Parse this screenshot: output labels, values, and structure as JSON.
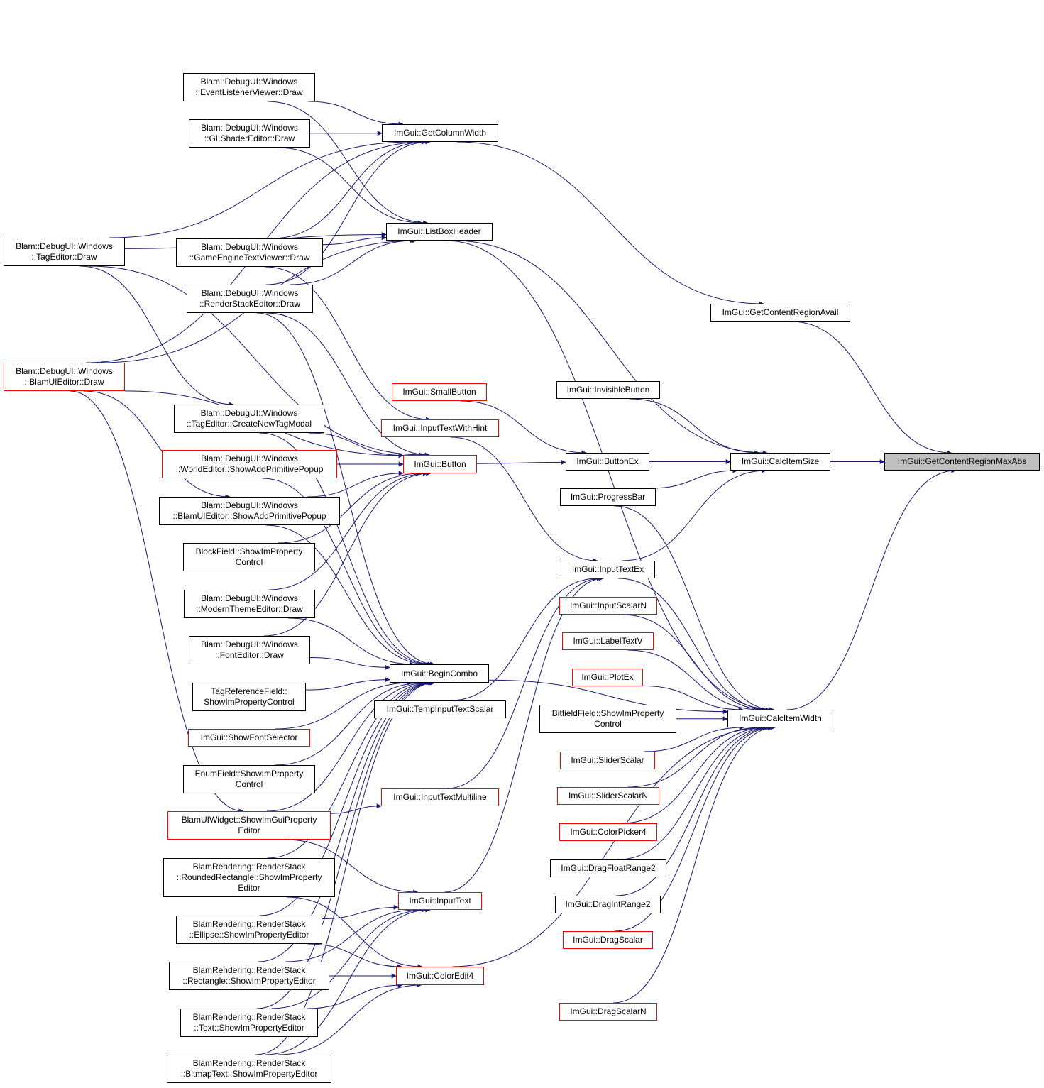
{
  "colors": {
    "edge": "#191970",
    "border_normal": "#000000",
    "border_truncated": "#ff0000",
    "focus_fill": "#bfbfbf"
  },
  "nodes": {
    "gcra_abs": {
      "lines": [
        "ImGui::GetContentRegionMaxAbs"
      ],
      "style": "focus"
    },
    "calc_item_size": {
      "lines": [
        "ImGui::CalcItemSize"
      ],
      "style": "normal"
    },
    "calc_item_width": {
      "lines": [
        "ImGui::CalcItemWidth"
      ],
      "style": "normal"
    },
    "gcr_avail": {
      "lines": [
        "ImGui::GetContentRegionAvail"
      ],
      "style": "normal"
    },
    "get_column_width": {
      "lines": [
        "ImGui::GetColumnWidth"
      ],
      "style": "normal"
    },
    "listbox_header": {
      "lines": [
        "ImGui::ListBoxHeader"
      ],
      "style": "normal"
    },
    "invisible_button": {
      "lines": [
        "ImGui::InvisibleButton"
      ],
      "style": "normal"
    },
    "button_ex": {
      "lines": [
        "ImGui::ButtonEx"
      ],
      "style": "normal"
    },
    "progress_bar": {
      "lines": [
        "ImGui::ProgressBar"
      ],
      "style": "normal"
    },
    "input_text_ex": {
      "lines": [
        "ImGui::InputTextEx"
      ],
      "style": "normal"
    },
    "input_scalar_n": {
      "lines": [
        "ImGui::InputScalarN"
      ],
      "style": "red"
    },
    "label_text_v": {
      "lines": [
        "ImGui::LabelTextV"
      ],
      "style": "red"
    },
    "plot_ex": {
      "lines": [
        "ImGui::PlotEx"
      ],
      "style": "red"
    },
    "bitfield_field": {
      "lines": [
        "BitfieldField::ShowImProperty",
        "Control"
      ],
      "style": "normal"
    },
    "slider_scalar": {
      "lines": [
        "ImGui::SliderScalar"
      ],
      "style": "red"
    },
    "slider_scalar_n": {
      "lines": [
        "ImGui::SliderScalarN"
      ],
      "style": "red"
    },
    "color_picker4": {
      "lines": [
        "ImGui::ColorPicker4"
      ],
      "style": "red"
    },
    "drag_float_range2": {
      "lines": [
        "ImGui::DragFloatRange2"
      ],
      "style": "normal"
    },
    "drag_int_range2": {
      "lines": [
        "ImGui::DragIntRange2"
      ],
      "style": "normal"
    },
    "drag_scalar": {
      "lines": [
        "ImGui::DragScalar"
      ],
      "style": "red"
    },
    "drag_scalar_n": {
      "lines": [
        "ImGui::DragScalarN"
      ],
      "style": "red"
    },
    "small_button": {
      "lines": [
        "ImGui::SmallButton"
      ],
      "style": "red"
    },
    "input_text_with_hint": {
      "lines": [
        "ImGui::InputTextWithHint"
      ],
      "style": "red"
    },
    "button": {
      "lines": [
        "ImGui::Button"
      ],
      "style": "red"
    },
    "begin_combo": {
      "lines": [
        "ImGui::BeginCombo"
      ],
      "style": "normal"
    },
    "temp_input_text_scalar": {
      "lines": [
        "ImGui::TempInputTextScalar"
      ],
      "style": "normal"
    },
    "input_text_multiline": {
      "lines": [
        "ImGui::InputTextMultiline"
      ],
      "style": "red"
    },
    "input_text": {
      "lines": [
        "ImGui::InputText"
      ],
      "style": "red"
    },
    "color_edit4": {
      "lines": [
        "ImGui::ColorEdit4"
      ],
      "style": "red"
    },
    "event_listener_viewer": {
      "lines": [
        "Blam::DebugUI::Windows",
        "::EventListenerViewer::Draw"
      ],
      "style": "normal"
    },
    "gl_shader_editor": {
      "lines": [
        "Blam::DebugUI::Windows",
        "::GLShaderEditor::Draw"
      ],
      "style": "normal"
    },
    "tag_editor_draw": {
      "lines": [
        "Blam::DebugUI::Windows",
        "::TagEditor::Draw"
      ],
      "style": "normal"
    },
    "game_engine_text_viewer": {
      "lines": [
        "Blam::DebugUI::Windows",
        "::GameEngineTextViewer::Draw"
      ],
      "style": "normal"
    },
    "render_stack_editor": {
      "lines": [
        "Blam::DebugUI::Windows",
        "::RenderStackEditor::Draw"
      ],
      "style": "normal"
    },
    "blam_ui_editor_draw": {
      "lines": [
        "Blam::DebugUI::Windows",
        "::BlamUIEditor::Draw"
      ],
      "style": "red"
    },
    "create_new_tag_modal": {
      "lines": [
        "Blam::DebugUI::Windows",
        "::TagEditor::CreateNewTagModal"
      ],
      "style": "normal"
    },
    "world_editor_popup": {
      "lines": [
        "Blam::DebugUI::Windows",
        "::WorldEditor::ShowAddPrimitivePopup"
      ],
      "style": "red"
    },
    "blam_ui_editor_popup": {
      "lines": [
        "Blam::DebugUI::Windows",
        "::BlamUIEditor::ShowAddPrimitivePopup"
      ],
      "style": "normal"
    },
    "block_field": {
      "lines": [
        "BlockField::ShowImProperty",
        "Control"
      ],
      "style": "normal"
    },
    "modern_theme_editor": {
      "lines": [
        "Blam::DebugUI::Windows",
        "::ModernThemeEditor::Draw"
      ],
      "style": "normal"
    },
    "font_editor": {
      "lines": [
        "Blam::DebugUI::Windows",
        "::FontEditor::Draw"
      ],
      "style": "normal"
    },
    "tag_reference_field": {
      "lines": [
        "TagReferenceField::",
        "ShowImPropertyControl"
      ],
      "style": "normal"
    },
    "show_font_selector": {
      "lines": [
        "ImGui::ShowFontSelector"
      ],
      "style": "red"
    },
    "enum_field": {
      "lines": [
        "EnumField::ShowImProperty",
        "Control"
      ],
      "style": "normal"
    },
    "blam_ui_widget": {
      "lines": [
        "BlamUIWidget::ShowImGuiProperty",
        "Editor"
      ],
      "style": "red"
    },
    "rounded_rectangle": {
      "lines": [
        "BlamRendering::RenderStack",
        "::RoundedRectangle::ShowImProperty",
        "Editor"
      ],
      "style": "normal"
    },
    "ellipse": {
      "lines": [
        "BlamRendering::RenderStack",
        "::Ellipse::ShowImPropertyEditor"
      ],
      "style": "normal"
    },
    "rectangle": {
      "lines": [
        "BlamRendering::RenderStack",
        "::Rectangle::ShowImPropertyEditor"
      ],
      "style": "normal"
    },
    "text": {
      "lines": [
        "BlamRendering::RenderStack",
        "::Text::ShowImPropertyEditor"
      ],
      "style": "normal"
    },
    "bitmap_text": {
      "lines": [
        "BlamRendering::RenderStack",
        "::BitmapText::ShowImPropertyEditor"
      ],
      "style": "normal"
    }
  },
  "edges": [
    [
      "calc_item_size",
      "gcra_abs"
    ],
    [
      "calc_item_width",
      "gcra_abs"
    ],
    [
      "gcr_avail",
      "gcra_abs"
    ],
    [
      "get_column_width",
      "gcr_avail"
    ],
    [
      "listbox_header",
      "calc_item_size"
    ],
    [
      "invisible_button",
      "calc_item_size"
    ],
    [
      "button_ex",
      "calc_item_size"
    ],
    [
      "progress_bar",
      "calc_item_size"
    ],
    [
      "input_text_ex",
      "calc_item_size"
    ],
    [
      "listbox_header",
      "calc_item_width"
    ],
    [
      "progress_bar",
      "calc_item_width"
    ],
    [
      "input_text_ex",
      "calc_item_width"
    ],
    [
      "input_scalar_n",
      "calc_item_width"
    ],
    [
      "label_text_v",
      "calc_item_width"
    ],
    [
      "plot_ex",
      "calc_item_width"
    ],
    [
      "bitfield_field",
      "calc_item_width"
    ],
    [
      "slider_scalar",
      "calc_item_width"
    ],
    [
      "slider_scalar_n",
      "calc_item_width"
    ],
    [
      "color_picker4",
      "calc_item_width"
    ],
    [
      "drag_float_range2",
      "calc_item_width"
    ],
    [
      "drag_int_range2",
      "calc_item_width"
    ],
    [
      "drag_scalar",
      "calc_item_width"
    ],
    [
      "drag_scalar_n",
      "calc_item_width"
    ],
    [
      "begin_combo",
      "calc_item_width"
    ],
    [
      "color_edit4",
      "calc_item_width"
    ],
    [
      "small_button",
      "button_ex"
    ],
    [
      "button",
      "button_ex"
    ],
    [
      "input_text_with_hint",
      "input_text_ex"
    ],
    [
      "temp_input_text_scalar",
      "input_text_ex"
    ],
    [
      "input_text_multiline",
      "input_text_ex"
    ],
    [
      "input_text",
      "input_text_ex"
    ],
    [
      "event_listener_viewer",
      "get_column_width"
    ],
    [
      "gl_shader_editor",
      "get_column_width"
    ],
    [
      "tag_editor_draw",
      "get_column_width"
    ],
    [
      "game_engine_text_viewer",
      "get_column_width"
    ],
    [
      "render_stack_editor",
      "get_column_width"
    ],
    [
      "blam_ui_editor_draw",
      "get_column_width"
    ],
    [
      "event_listener_viewer",
      "listbox_header"
    ],
    [
      "gl_shader_editor",
      "listbox_header"
    ],
    [
      "tag_editor_draw",
      "listbox_header"
    ],
    [
      "game_engine_text_viewer",
      "listbox_header"
    ],
    [
      "render_stack_editor",
      "listbox_header"
    ],
    [
      "blam_ui_editor_draw",
      "listbox_header"
    ],
    [
      "game_engine_text_viewer",
      "input_text_with_hint"
    ],
    [
      "tag_editor_draw",
      "button"
    ],
    [
      "render_stack_editor",
      "button"
    ],
    [
      "blam_ui_editor_draw",
      "button"
    ],
    [
      "create_new_tag_modal",
      "button"
    ],
    [
      "world_editor_popup",
      "button"
    ],
    [
      "blam_ui_editor_popup",
      "button"
    ],
    [
      "block_field",
      "button"
    ],
    [
      "modern_theme_editor",
      "button"
    ],
    [
      "font_editor",
      "button"
    ],
    [
      "render_stack_editor",
      "begin_combo"
    ],
    [
      "create_new_tag_modal",
      "begin_combo"
    ],
    [
      "world_editor_popup",
      "begin_combo"
    ],
    [
      "blam_ui_editor_popup",
      "begin_combo"
    ],
    [
      "modern_theme_editor",
      "begin_combo"
    ],
    [
      "font_editor",
      "begin_combo"
    ],
    [
      "tag_reference_field",
      "begin_combo"
    ],
    [
      "show_font_selector",
      "begin_combo"
    ],
    [
      "enum_field",
      "begin_combo"
    ],
    [
      "blam_ui_widget",
      "begin_combo"
    ],
    [
      "rounded_rectangle",
      "begin_combo"
    ],
    [
      "ellipse",
      "begin_combo"
    ],
    [
      "rectangle",
      "begin_combo"
    ],
    [
      "text",
      "begin_combo"
    ],
    [
      "bitmap_text",
      "begin_combo"
    ],
    [
      "tag_editor_draw",
      "create_new_tag_modal"
    ],
    [
      "blam_ui_editor_draw",
      "blam_ui_editor_popup"
    ],
    [
      "blam_ui_editor_draw",
      "blam_ui_widget"
    ],
    [
      "blam_ui_widget",
      "input_text_multiline"
    ],
    [
      "blam_ui_widget",
      "input_text"
    ],
    [
      "ellipse",
      "input_text"
    ],
    [
      "rectangle",
      "input_text"
    ],
    [
      "text",
      "input_text"
    ],
    [
      "bitmap_text",
      "input_text"
    ],
    [
      "rounded_rectangle",
      "color_edit4"
    ],
    [
      "ellipse",
      "color_edit4"
    ],
    [
      "rectangle",
      "color_edit4"
    ],
    [
      "text",
      "color_edit4"
    ],
    [
      "bitmap_text",
      "color_edit4"
    ]
  ]
}
